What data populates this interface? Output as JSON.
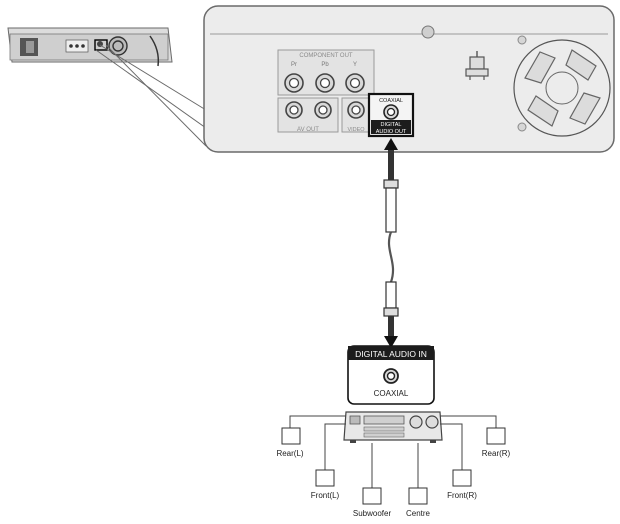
{
  "panel": {
    "component_out_label": "COMPONENT OUT",
    "component_jacks": [
      "Pr",
      "Pb",
      "Y"
    ],
    "av_out_label": "AV OUT",
    "video_out_label": "VIDEO",
    "coaxial_label": "COAXIAL",
    "digital_audio_out_label": [
      "DIGITAL",
      "AUDIO OUT"
    ]
  },
  "input_box": {
    "header": "DIGITAL AUDIO IN",
    "jack_label": "COAXIAL"
  },
  "speakers": [
    {
      "label": "Rear(L)"
    },
    {
      "label": "Front(L)"
    },
    {
      "label": "Subwoofer"
    },
    {
      "label": "Centre"
    },
    {
      "label": "Front(R)"
    },
    {
      "label": "Rear(R)"
    }
  ],
  "colors": {
    "panel_fill": "#ececec",
    "panel_stroke": "#6a6a6a",
    "highlight_box": "#111111",
    "header_fill": "#1c1c1c"
  }
}
